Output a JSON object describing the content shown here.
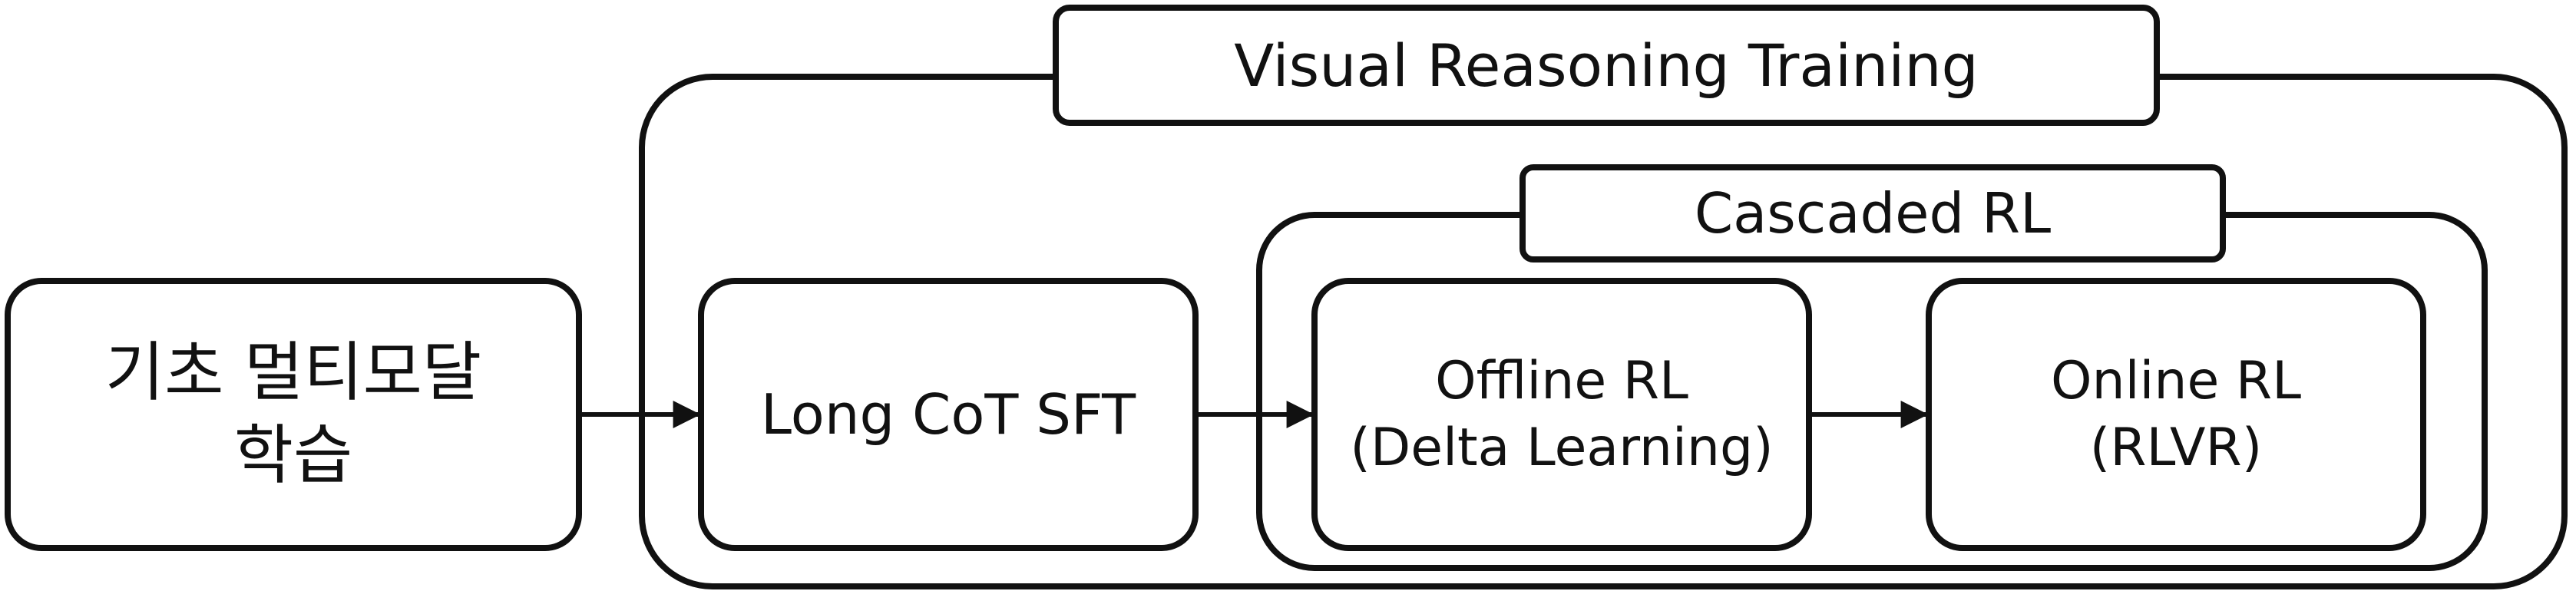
{
  "diagram": {
    "colors": {
      "stroke": "#111111",
      "background": "#ffffff",
      "text": "#111111"
    },
    "containers": {
      "visual_reasoning": {
        "title": "Visual Reasoning Training"
      },
      "cascaded_rl": {
        "title": "Cascaded RL"
      }
    },
    "nodes": {
      "foundation": {
        "lines": [
          "기초 멀티모달",
          "학습"
        ]
      },
      "long_cot_sft": {
        "lines": [
          "Long CoT SFT"
        ]
      },
      "offline_rl": {
        "lines": [
          "Offline RL",
          "(Delta Learning)"
        ]
      },
      "online_rl": {
        "lines": [
          "Online RL",
          "(RLVR)"
        ]
      }
    },
    "edges": [
      {
        "from": "기초 멀티모달 학습",
        "to": "Long CoT SFT"
      },
      {
        "from": "Long CoT SFT",
        "to": "Offline RL (Delta Learning)"
      },
      {
        "from": "Offline RL (Delta Learning)",
        "to": "Online RL (RLVR)"
      }
    ]
  }
}
